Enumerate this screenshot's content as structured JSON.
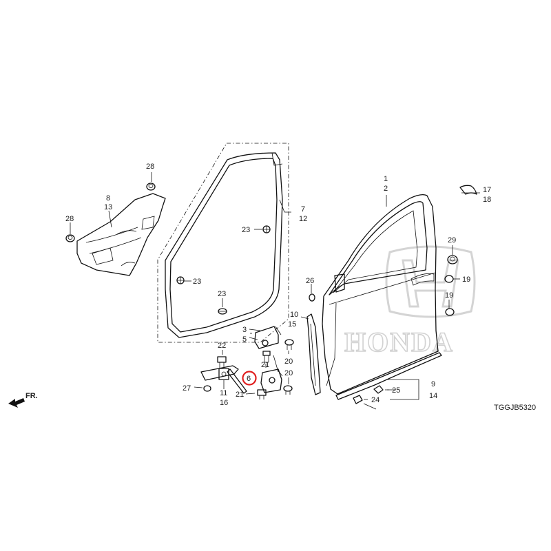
{
  "diagram": {
    "code": "TGGJB5320",
    "front_indicator": "FR.",
    "watermark": "HONDA",
    "highlighted_callout": "6",
    "callouts": {
      "c1": "1",
      "c2": "2",
      "c3": "3",
      "c5": "5",
      "c6": "6",
      "c7": "7",
      "c12": "12",
      "c8": "8",
      "c13": "13",
      "c9": "9",
      "c14": "14",
      "c10": "10",
      "c15": "15",
      "c11": "11",
      "c16": "16",
      "c17": "17",
      "c18": "18",
      "c19a": "19",
      "c19b": "19",
      "c20a": "20",
      "c20b": "20",
      "c21a": "21",
      "c21b": "21",
      "c22": "22",
      "c23a": "23",
      "c23b": "23",
      "c23c": "23",
      "c24": "24",
      "c25": "25",
      "c26": "26",
      "c27": "27",
      "c28a": "28",
      "c28b": "28",
      "c29": "29"
    }
  }
}
